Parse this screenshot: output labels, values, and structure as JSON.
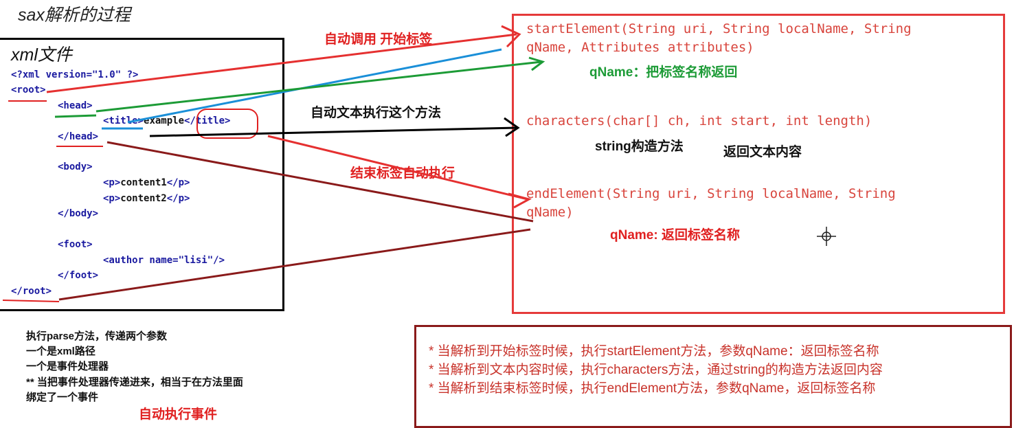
{
  "page_title": "sax解析的过程",
  "xml": {
    "title": "xml文件",
    "lines": [
      "<?xml version=\"1.0\" ?>",
      "<root>",
      "<head>",
      "<title>",
      "example",
      "</title>",
      "</head>",
      "<body>",
      "<p>",
      "content1",
      "</p>",
      "<p>",
      "content2",
      "</p>",
      "</body>",
      "<foot>",
      "<author name=\"lisi\"/>",
      "</foot>",
      "</root>"
    ]
  },
  "arrows": {
    "auto_call": "自动调用  开始标签",
    "auto_text": "自动文本执行这个方法",
    "end_auto": "结束标签自动执行"
  },
  "methods": {
    "start_line1": "startElement(String uri, String localName, String",
    "start_line2": "qName, Attributes attributes)",
    "start_note": "qName：把标签名称返回",
    "chars_line": "characters(char[] ch, int start, int length)",
    "chars_note1": "string构造方法",
    "chars_note2": "返回文本内容",
    "end_line1": "endElement(String uri, String localName, String",
    "end_line2": "qName)",
    "end_note": "qName:  返回标签名称"
  },
  "left_notes": {
    "l1": "执行parse方法，传递两个参数",
    "l2": "一个是xml路径",
    "l3": "一个是事件处理器",
    "l4": "** 当把事件处理器传递进来，相当于在方法里面",
    "l5": "绑定了一个事件",
    "auto_event": "自动执行事件"
  },
  "summary": [
    "*  当解析到开始标签时候，执行startElement方法，参数qName：返回标签名称",
    "*  当解析到文本内容时候，执行characters方法，通过string的构造方法返回内容",
    "*  当解析到结束标签时候，执行endElement方法，参数qName，返回标签名称"
  ]
}
